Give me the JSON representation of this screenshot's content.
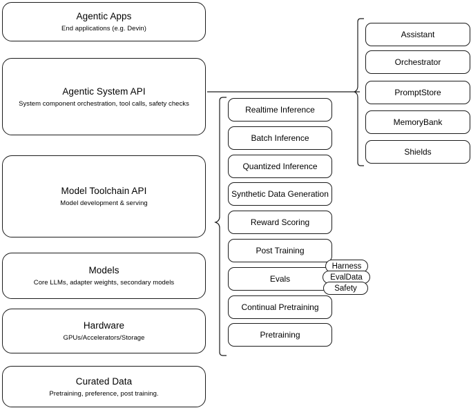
{
  "diagram": {
    "type": "layered-stack-architecture",
    "background": "#ffffff",
    "stroke_color": "#1a1a1a",
    "layers": [
      {
        "title": "Agentic Apps",
        "subtitle": "End applications (e.g. Devin)"
      },
      {
        "title": "Agentic System API",
        "subtitle": "System component orchestration, tool calls, safety checks"
      },
      {
        "title": "Model Toolchain API",
        "subtitle": "Model development & serving"
      },
      {
        "title": "Models",
        "subtitle": "Core LLMs, adapter weights, secondary models"
      },
      {
        "title": "Hardware",
        "subtitle": "GPUs/Accelerators/Storage"
      },
      {
        "title": "Curated Data",
        "subtitle": "Pretraining, preference, post training."
      }
    ],
    "toolchain_components": [
      {
        "label": "Realtime Inference"
      },
      {
        "label": "Batch Inference"
      },
      {
        "label": "Quantized Inference"
      },
      {
        "label": "Synthetic Data Generation"
      },
      {
        "label": "Reward Scoring"
      },
      {
        "label": "Post Training"
      },
      {
        "label": "Evals"
      },
      {
        "label": "Continual Pretraining"
      },
      {
        "label": "Pretraining"
      }
    ],
    "evals_subcomponents": [
      {
        "label": "Harness"
      },
      {
        "label": "EvalData"
      },
      {
        "label": "Safety"
      }
    ],
    "system_components": [
      {
        "label": "Assistant"
      },
      {
        "label": "Orchestrator"
      },
      {
        "label": "PromptStore"
      },
      {
        "label": "MemoryBank"
      },
      {
        "label": "Shields"
      }
    ]
  }
}
